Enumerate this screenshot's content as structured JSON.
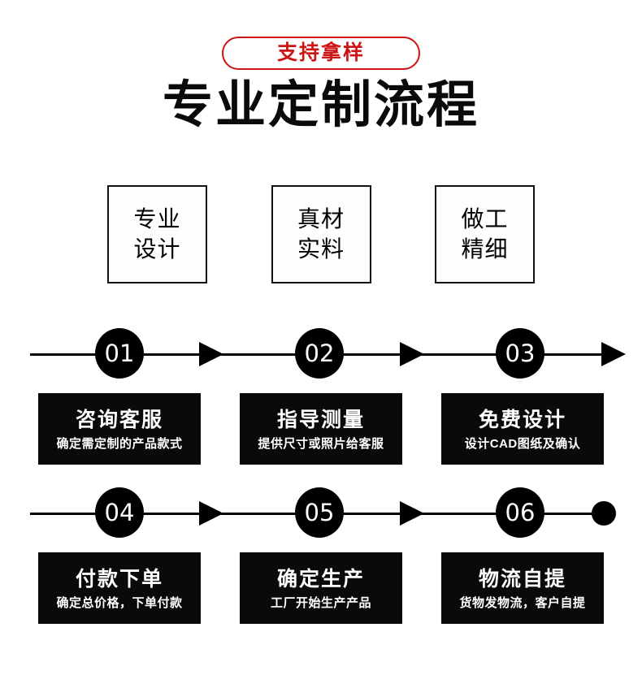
{
  "badge": {
    "label": "支持拿样",
    "border_color": "#cc1515",
    "text_color": "#cc1515"
  },
  "title": "专业定制流程",
  "features": [
    {
      "line1": "专业",
      "line2": "设计"
    },
    {
      "line1": "真材",
      "line2": "实料"
    },
    {
      "line1": "做工",
      "line2": "精细"
    }
  ],
  "timeline_rows": [
    {
      "nodes": [
        "01",
        "02",
        "03"
      ],
      "end_marker": "arrow"
    },
    {
      "nodes": [
        "04",
        "05",
        "06"
      ],
      "end_marker": "dot"
    }
  ],
  "steps": [
    {
      "number": "01",
      "title": "咨询客服",
      "subtitle": "确定需定制的产品款式"
    },
    {
      "number": "02",
      "title": "指导测量",
      "subtitle": "提供尺寸或照片给客服"
    },
    {
      "number": "03",
      "title": "免费设计",
      "subtitle": "设计CAD图纸及确认"
    },
    {
      "number": "04",
      "title": "付款下单",
      "subtitle": "确定总价格，下单付款"
    },
    {
      "number": "05",
      "title": "确定生产",
      "subtitle": "工厂开始生产产品"
    },
    {
      "number": "06",
      "title": "物流自提",
      "subtitle": "货物发物流，客户自提"
    }
  ],
  "colors": {
    "accent_red": "#cc1515",
    "card_bg": "#0a0a0a",
    "card_text": "#ffffff",
    "page_bg": "#ffffff"
  }
}
